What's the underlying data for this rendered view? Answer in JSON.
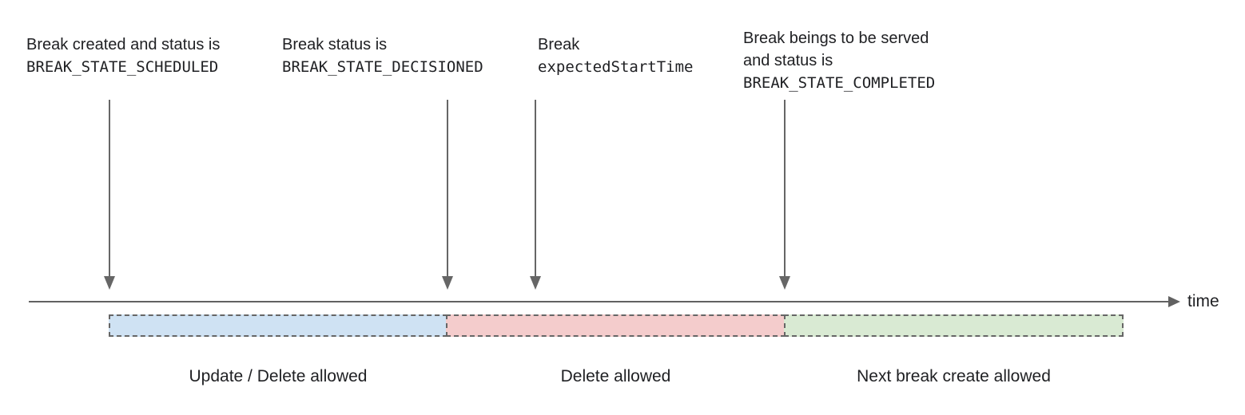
{
  "diagram": {
    "annotations": [
      {
        "lines": [
          "Break created and status is"
        ],
        "code": "BREAK_STATE_SCHEDULED"
      },
      {
        "lines": [
          "Break status is"
        ],
        "code": "BREAK_STATE_DECISIONED"
      },
      {
        "lines": [
          "Break"
        ],
        "code": "expectedStartTime"
      },
      {
        "lines": [
          "Break beings to be served",
          "and status is"
        ],
        "code": "BREAK_STATE_COMPLETED"
      }
    ],
    "axis_label": "time",
    "segments": [
      {
        "label": "Update / Delete allowed",
        "color": "#cfe2f3"
      },
      {
        "label": "Delete allowed",
        "color": "#f4cccc"
      },
      {
        "label": "Next break create allowed",
        "color": "#d9ead3"
      }
    ],
    "colors": {
      "arrow": "#666666",
      "axis": "#616161",
      "segment_border": "#666666",
      "text": "#202124"
    }
  }
}
